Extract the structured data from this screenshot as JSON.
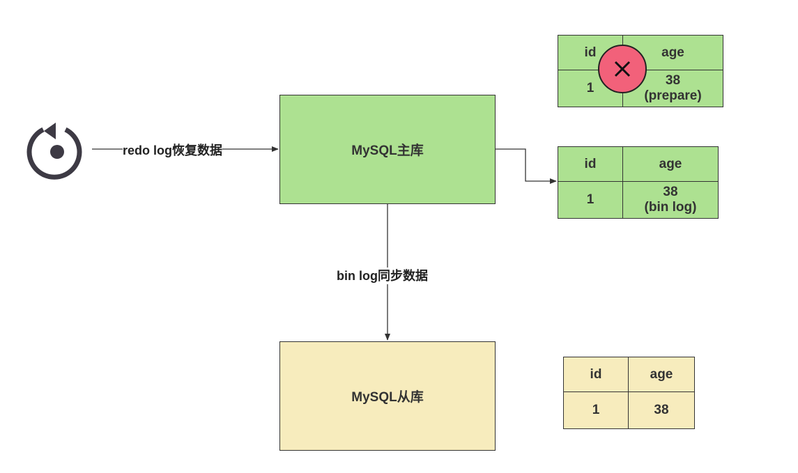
{
  "nodes": {
    "master": "MySQL主库",
    "slave": "MySQL从库"
  },
  "edges": {
    "redo": "redo log恢复数据",
    "binlog_sync": "bin log同步数据"
  },
  "tables": {
    "prepare": {
      "headers": [
        "id",
        "age"
      ],
      "row": [
        "1",
        "38",
        "(prepare)"
      ]
    },
    "binlog": {
      "headers": [
        "id",
        "age"
      ],
      "row": [
        "1",
        "38",
        "(bin log)"
      ]
    },
    "slave": {
      "headers": [
        "id",
        "age"
      ],
      "row": [
        "1",
        "38"
      ]
    }
  },
  "icons": {
    "recovery": "restore-icon",
    "failed": "close-circle-icon"
  },
  "colors": {
    "master_fill": "#ade191",
    "slave_fill": "#f7ecbd",
    "error_red": "#f2617a",
    "icon_dark": "#3d3a44"
  }
}
